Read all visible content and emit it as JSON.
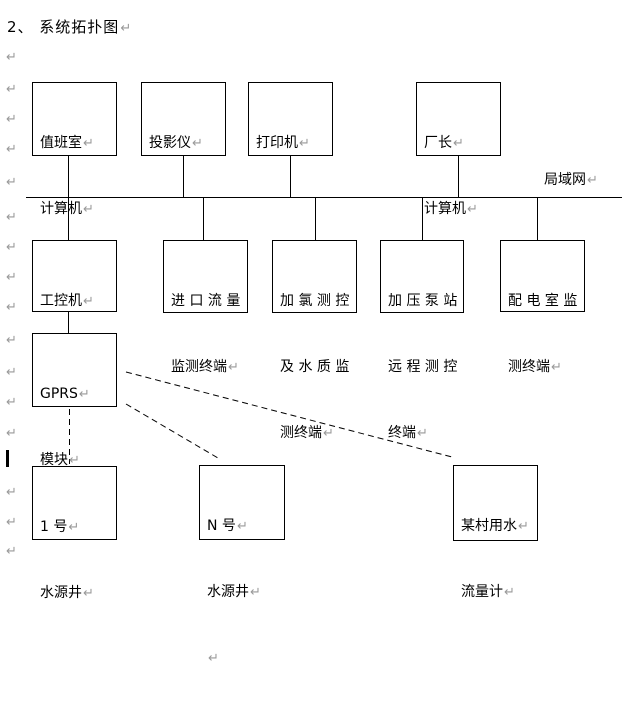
{
  "title": "2、 系统拓扑图",
  "lan_label": "局域网",
  "marks": {
    "cr": "↵"
  },
  "colors": {
    "line": "#000000",
    "paragraph_mark": "#999999",
    "background": "#ffffff"
  },
  "diagram": {
    "boxes": [
      {
        "id": "duty-room-computer",
        "lines": [
          "值班室",
          "计算机"
        ]
      },
      {
        "id": "projector",
        "lines": [
          "投影仪"
        ]
      },
      {
        "id": "printer",
        "lines": [
          "打印机"
        ]
      },
      {
        "id": "director-computer",
        "lines": [
          "厂长",
          "计算机"
        ]
      },
      {
        "id": "industrial-pc",
        "lines": [
          "工控机"
        ]
      },
      {
        "id": "inlet-flow-terminal",
        "lines": [
          "进 口 流 量",
          "监测终端"
        ]
      },
      {
        "id": "chlorine-water-quality-terminal",
        "lines": [
          "加 氯 测 控",
          "及 水 质 监",
          "测终端"
        ]
      },
      {
        "id": "pump-station-terminal",
        "lines": [
          "加 压 泵 站",
          "远 程 测 控",
          "终端"
        ]
      },
      {
        "id": "power-room-terminal",
        "lines": [
          "配 电 室 监",
          "测终端"
        ]
      },
      {
        "id": "gprs-module",
        "lines": [
          "GPRS",
          "模块"
        ]
      },
      {
        "id": "well-1",
        "lines": [
          "1 号",
          "水源井"
        ]
      },
      {
        "id": "well-n",
        "lines": [
          "N 号",
          "水源井"
        ]
      },
      {
        "id": "village-water-flowmeter",
        "lines": [
          "某村用水",
          "流量计"
        ]
      }
    ]
  }
}
